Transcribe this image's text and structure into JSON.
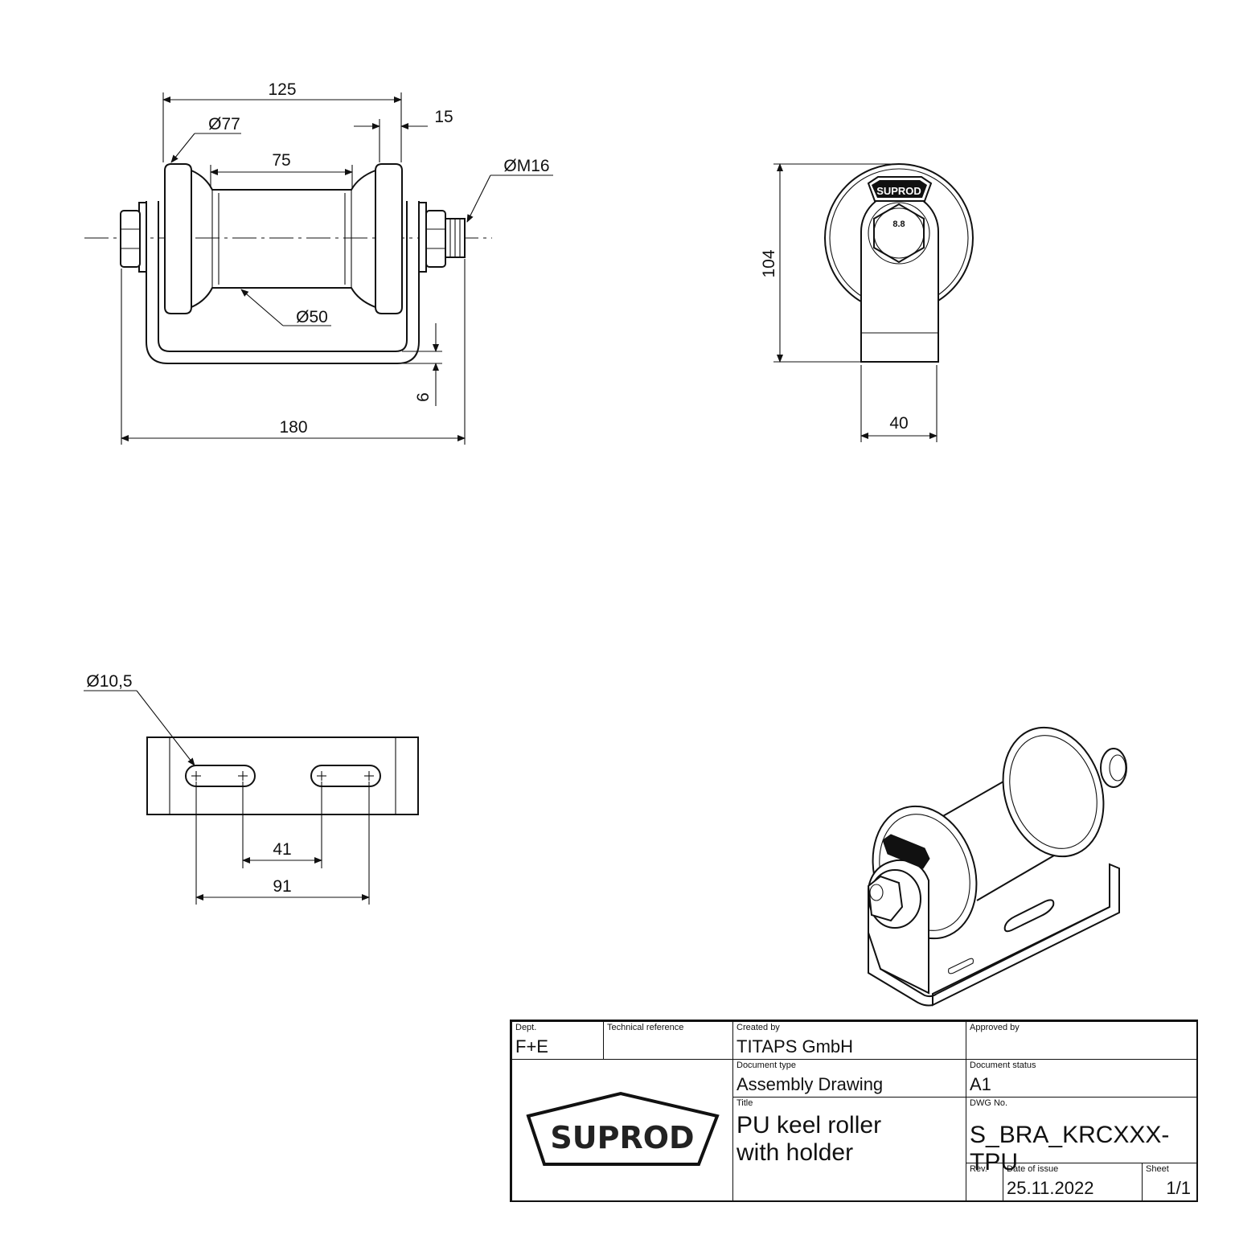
{
  "dimensions": {
    "side_view": {
      "overall_width": "125",
      "flange_width": "15",
      "flange_diameter": "Ø77",
      "center_length": "75",
      "thread": "ØM16",
      "center_diameter": "Ø50",
      "bracket_thickness": "6",
      "total_length": "180"
    },
    "front_view": {
      "height": "104",
      "width": "40"
    },
    "bottom_view": {
      "slot_diameter": "Ø10,5",
      "inner_spacing": "41",
      "outer_spacing": "91"
    }
  },
  "bolt_mark": "8.8",
  "logo_text": "SUPROD",
  "title_block": {
    "dept_label": "Dept.",
    "dept": "F+E",
    "tech_ref_label": "Technical reference",
    "tech_ref": "",
    "created_by_label": "Created by",
    "created_by": "TITAPS GmbH",
    "approved_by_label": "Approved by",
    "approved_by": "",
    "doc_type_label": "Document type",
    "doc_type": "Assembly Drawing",
    "doc_status_label": "Document status",
    "doc_status": "A1",
    "title_label": "Title",
    "title_line1": "PU keel roller",
    "title_line2": "with holder",
    "dwg_no_label": "DWG No.",
    "dwg_no": "S_BRA_KRCXXX-TPU",
    "rev_label": "Rev.",
    "rev": "",
    "date_label": "Date of issue",
    "date": "25.11.2022",
    "sheet_label": "Sheet",
    "sheet": "1/1"
  }
}
